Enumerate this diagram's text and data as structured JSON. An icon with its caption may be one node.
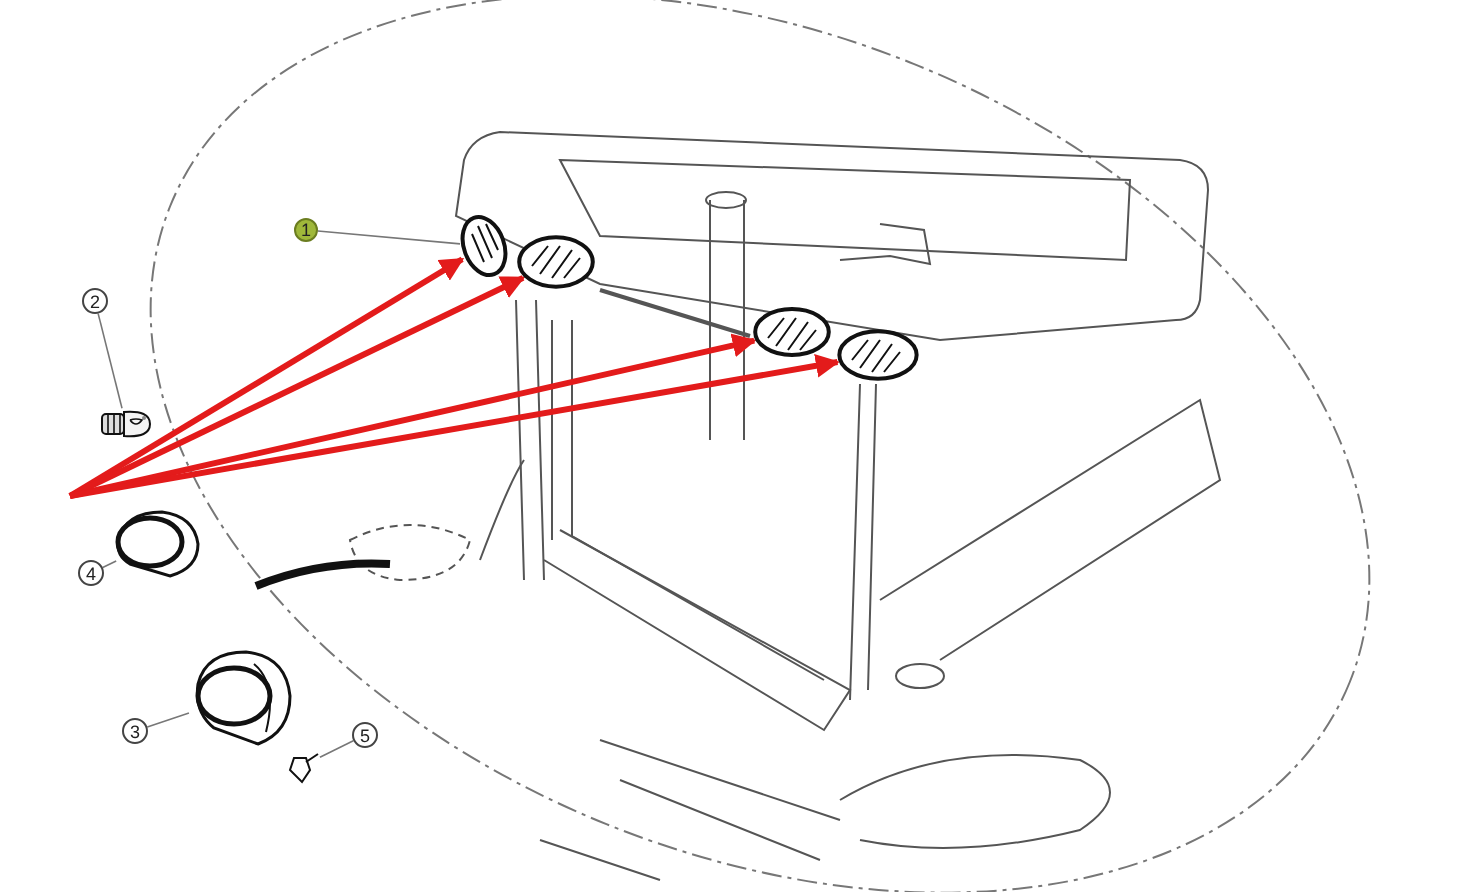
{
  "diagram": {
    "nodes": [
      {
        "text": [
          "1"
        ]
      },
      {
        "text": [],
        "shape": "picture"
      },
      {
        "text": [],
        "shape": "picture"
      },
      {
        "text": [],
        "shape": "picture"
      },
      {
        "text": [],
        "shape": "picture"
      },
      {
        "text": [
          "2"
        ]
      },
      {
        "text": [],
        "shape": "picture"
      },
      {
        "text": [
          "4"
        ]
      },
      {
        "text": [],
        "shape": "picture"
      },
      {
        "text": [
          "3"
        ]
      },
      {
        "text": [],
        "shape": "picture"
      },
      {
        "text": [
          "5"
        ]
      },
      {
        "text": [],
        "shape": "picture"
      }
    ],
    "edges": [
      {
        "from": 0,
        "to": 1,
        "arrow": "none"
      },
      {
        "from": null,
        "to": 1,
        "arrow": "to",
        "style": "thick",
        "color": "#e31b1b"
      },
      {
        "from": null,
        "to": 2,
        "arrow": "to",
        "style": "thick",
        "color": "#e31b1b"
      },
      {
        "from": null,
        "to": 3,
        "arrow": "to",
        "style": "thick",
        "color": "#e31b1b"
      },
      {
        "from": null,
        "to": 4,
        "arrow": "to",
        "style": "thick",
        "color": "#e31b1b"
      },
      {
        "from": 5,
        "to": 6,
        "arrow": "none"
      },
      {
        "from": 7,
        "to": 8,
        "arrow": "none"
      },
      {
        "from": 9,
        "to": 10,
        "arrow": "none"
      },
      {
        "from": 11,
        "to": 12,
        "arrow": "none"
      }
    ]
  }
}
